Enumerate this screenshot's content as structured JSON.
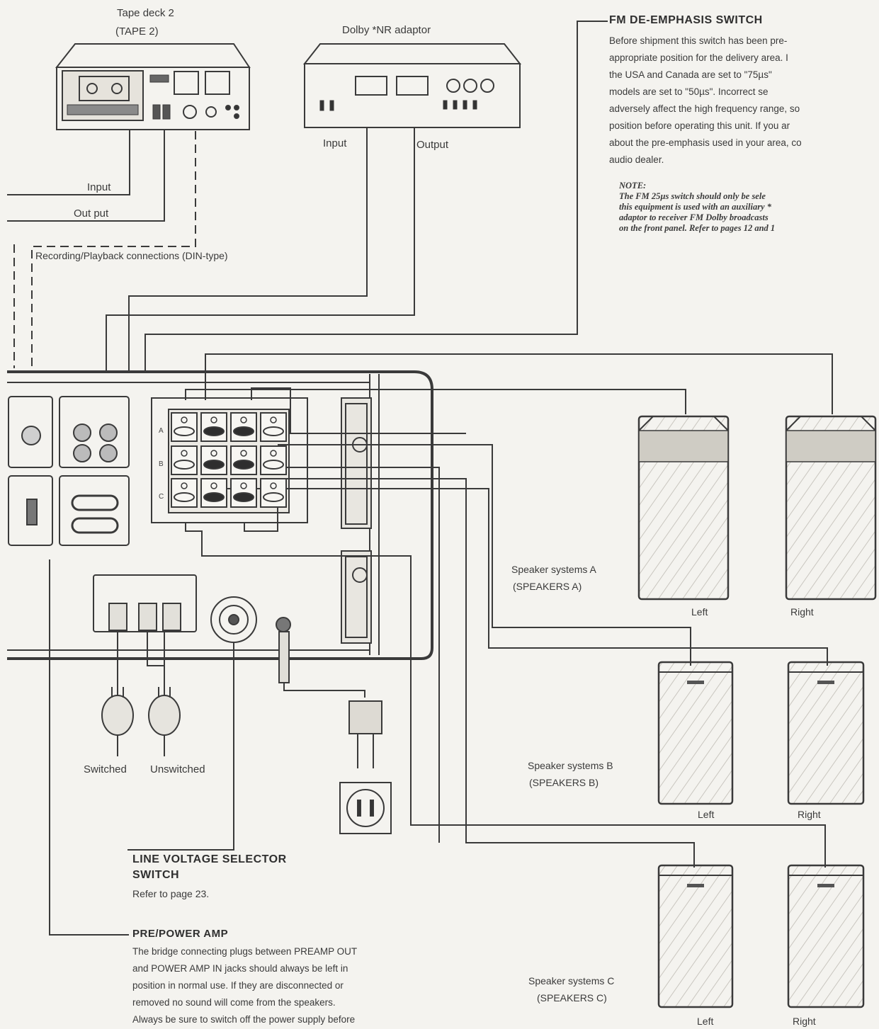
{
  "tape_deck": {
    "name": "Tape deck 2",
    "code": "(TAPE 2)"
  },
  "dolby": {
    "name": "Dolby *NR adaptor",
    "input": "Input",
    "output": "Output"
  },
  "tape_links": {
    "input": "Input",
    "output": "Out put",
    "din": "Recording/Playback connections  (DIN-type)"
  },
  "fm": {
    "heading": "FM DE-EMPHASIS SWITCH",
    "lines": [
      "Before shipment this switch has been pre-",
      "appropriate position for the delivery area. I",
      "the USA and Canada are set to \"75µs\"",
      "models are set to \"50µs\". Incorrect se",
      "adversely affect the high frequency range, so",
      "position before operating this unit. If you ar",
      "about the pre-emphasis used in your area, co",
      "audio dealer."
    ],
    "note_label": "NOTE:",
    "note_lines": [
      "The FM 25µs switch should only be sele",
      "this equipment is used with an auxiliary *",
      "adaptor to receiver FM Dolby broadcasts",
      "on the front panel. Refer to pages 12 and 1"
    ]
  },
  "speakers_a": {
    "label": "Speaker systems A",
    "code": "(SPEAKERS A)",
    "left": "Left",
    "right": "Right"
  },
  "speakers_b": {
    "label": "Speaker systems B",
    "code": "(SPEAKERS B)",
    "left": "Left",
    "right": "Right"
  },
  "speakers_c": {
    "label": "Speaker systems C",
    "code": "(SPEAKERS C)",
    "left": "Left",
    "right": "Right"
  },
  "outlets": {
    "switched": "Switched",
    "unswitched": "Unswitched"
  },
  "line_voltage": {
    "heading_1": "LINE VOLTAGE SELECTOR",
    "heading_2": "SWITCH",
    "ref": "Refer to page 23."
  },
  "pre_power": {
    "heading": "PRE/POWER AMP",
    "lines": [
      "The bridge connecting plugs between PREAMP OUT",
      "and POWER AMP IN jacks should always be left in",
      "position in normal use. If they are disconnected or",
      "removed no sound will come from the speakers.",
      "Always be sure to switch off the power supply before"
    ]
  },
  "panel_terminal_rows": [
    "A",
    "B",
    "C"
  ]
}
